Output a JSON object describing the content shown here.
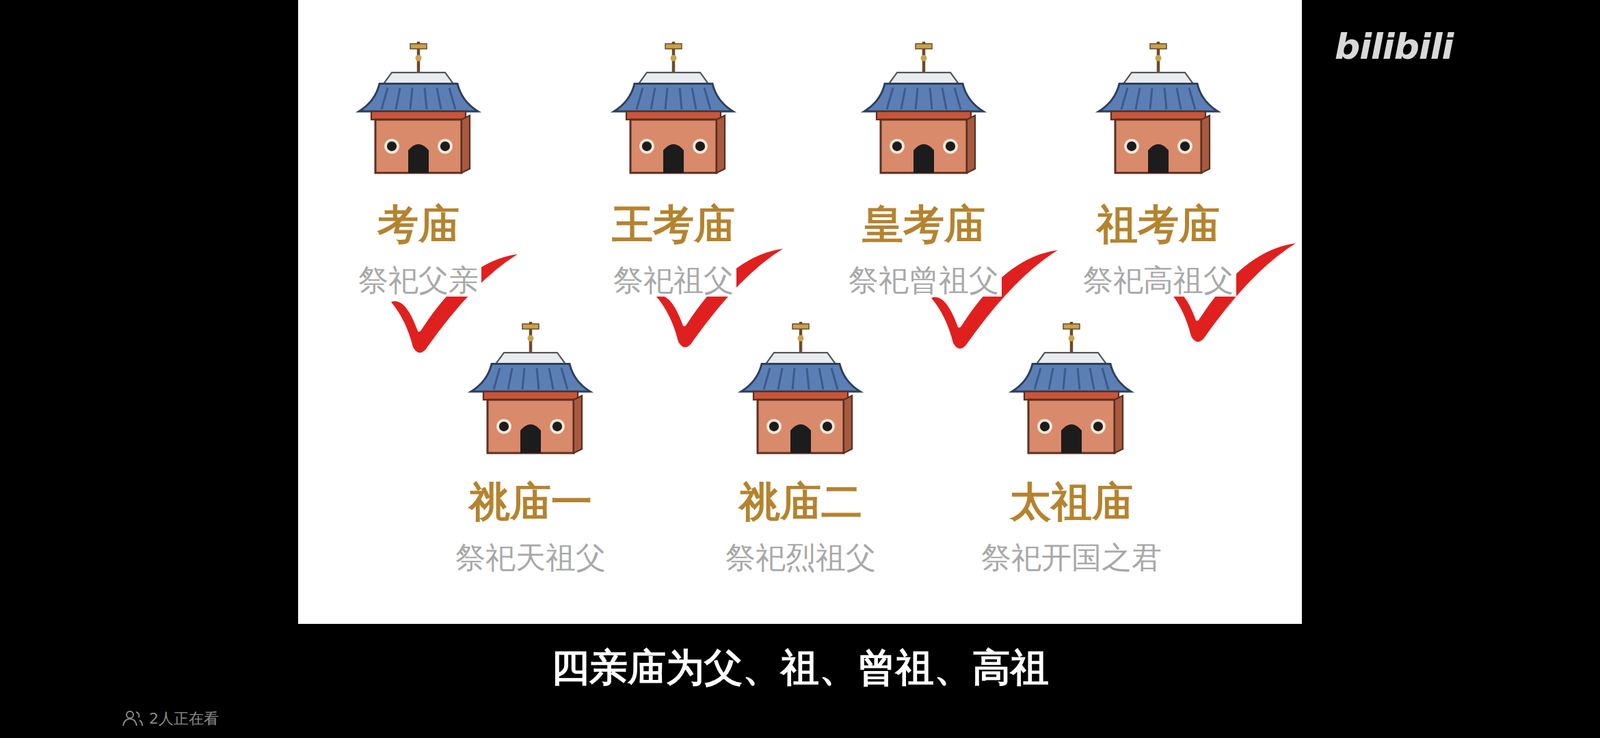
{
  "diagram": {
    "caption": "四亲庙为父、祖、曾祖、高祖",
    "nodes": [
      {
        "text": [
          "考庙",
          "祭祀父亲"
        ]
      },
      {
        "text": [
          "王考庙",
          "祭祀祖父"
        ]
      },
      {
        "text": [
          "皇考庙",
          "祭祀曾祖父"
        ]
      },
      {
        "text": [
          "祖考庙",
          "祭祀高祖父"
        ]
      },
      {
        "text": [
          "祧庙一",
          "祭祀天祖父"
        ]
      },
      {
        "text": [
          "祧庙二",
          "祭祀烈祖父"
        ]
      },
      {
        "text": [
          "太祖庙",
          "祭祀开国之君"
        ]
      }
    ],
    "labels": [
      "2人正在看",
      "bilibili"
    ]
  }
}
